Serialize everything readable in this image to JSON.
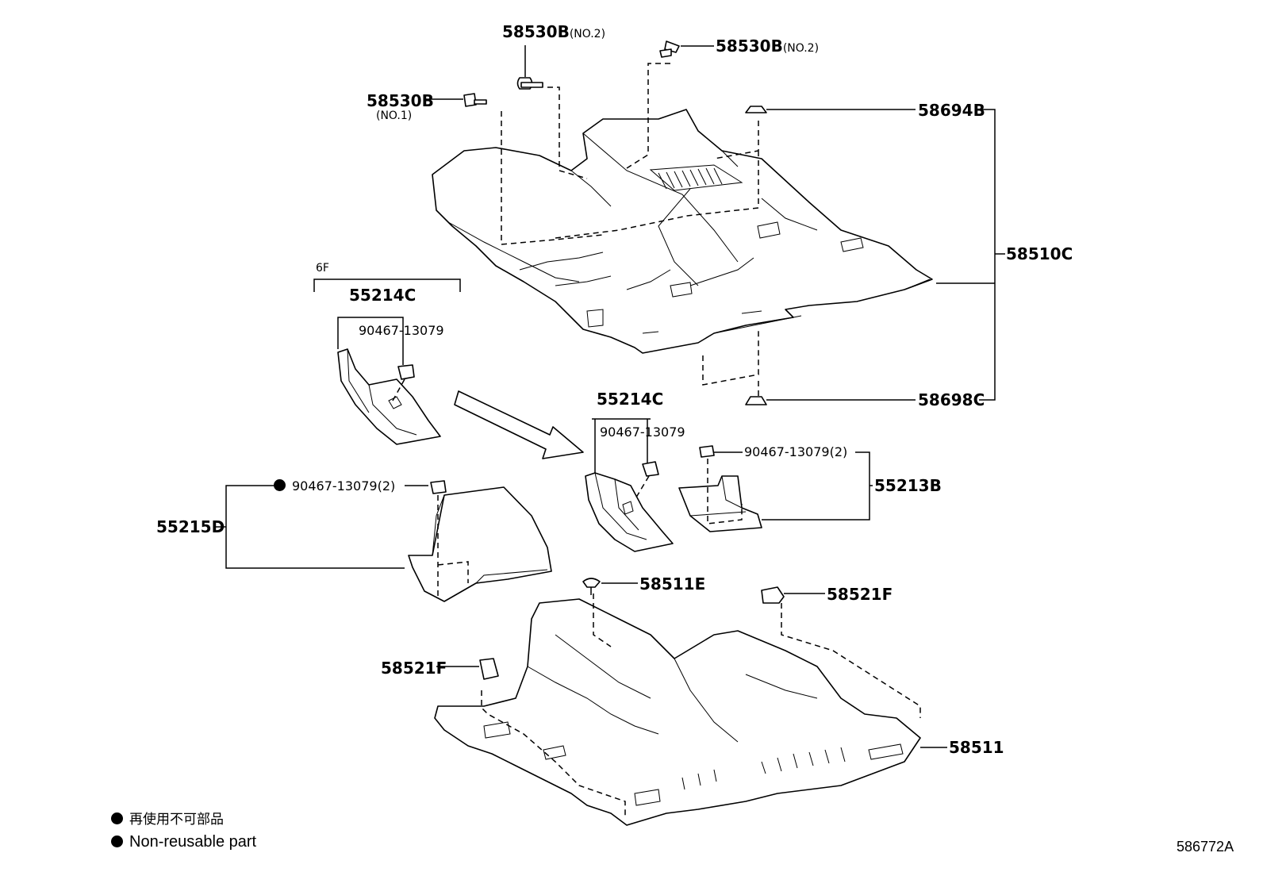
{
  "diagram": {
    "parts": {
      "p58530b_no2_top": {
        "code": "58530B",
        "note": "(NO.2)"
      },
      "p58530b_no2_right": {
        "code": "58530B",
        "note": "(NO.2)"
      },
      "p58530b_no1": {
        "code": "58530B",
        "note": "(NO.1)"
      },
      "p58694b": {
        "code": "58694B"
      },
      "p58510c": {
        "code": "58510C"
      },
      "p58698c": {
        "code": "58698C"
      },
      "p6f": {
        "code": "6F"
      },
      "p55214c_left": {
        "code": "55214C"
      },
      "p90467_left": {
        "code": "90467-13079"
      },
      "p55214c_mid": {
        "code": "55214C"
      },
      "p90467_mid": {
        "code": "90467-13079"
      },
      "p90467_2_right": {
        "code": "90467-13079(2)"
      },
      "p55213b": {
        "code": "55213B"
      },
      "p90467_2_left": {
        "code": "90467-13079(2)"
      },
      "p55215d": {
        "code": "55215D"
      },
      "p58511e": {
        "code": "58511E"
      },
      "p58521f_right": {
        "code": "58521F"
      },
      "p58521f_left": {
        "code": "58521F"
      },
      "p58511": {
        "code": "58511"
      }
    },
    "legend": {
      "line1": "再使用不可部品",
      "line2": "Non-reusable part"
    },
    "reference": "586772A"
  }
}
